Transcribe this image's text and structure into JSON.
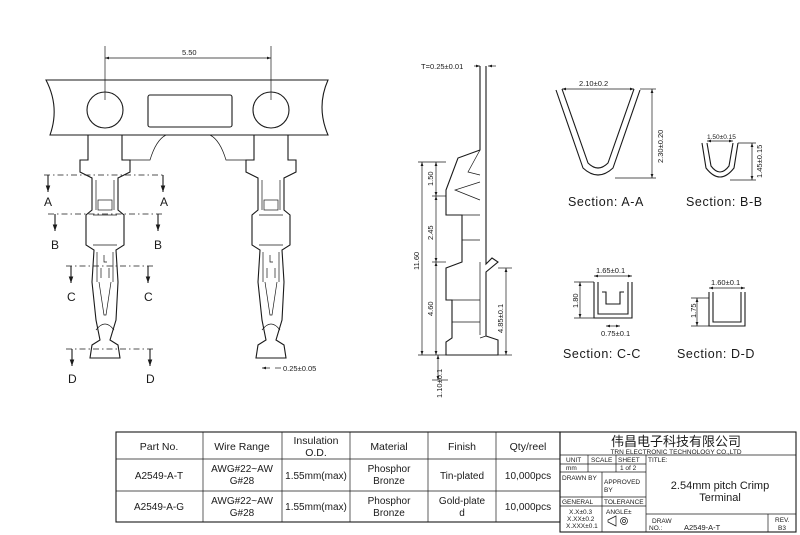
{
  "drawing": {
    "dims": {
      "pitch": "5.50",
      "thickness": "T=0.25±0.01",
      "tip_width": "0.25±0.05",
      "len_150": "1.50",
      "len_245": "2.45",
      "len_1160": "11.60",
      "len_460": "4.60",
      "len_485": "4.85±0.1",
      "len_110": "1.10±0.1",
      "a_width": "2.10±0.2",
      "a_height": "2.30±0.20",
      "b_width": "1.50±0.15",
      "b_height": "1.45±0.15",
      "c_width": "1.65±0.1",
      "c_height": "1.80",
      "c_base": "0.75±0.1",
      "d_width": "1.60±0.1",
      "d_height": "1.75"
    },
    "section_marks": {
      "a": "A",
      "b": "B",
      "c": "C",
      "d": "D"
    },
    "section_labels": {
      "a": "Section: A-A",
      "b": "Section: B-B",
      "c": "Section: C-C",
      "d": "Section: D-D"
    }
  },
  "parts_table": {
    "headers": {
      "part_no": "Part No.",
      "wire_range": "Wire Range",
      "insulation_1": "Insulation",
      "insulation_2": "O.D.",
      "material": "Material",
      "finish": "Finish",
      "qty": "Qty/reel"
    },
    "rows": [
      {
        "part_no": "A2549-A-T",
        "wire_1": "AWG#22~AW",
        "wire_2": "G#28",
        "insulation": "1.55mm(max)",
        "material_1": "Phosphor",
        "material_2": "Bronze",
        "finish_1": "Tin-plated",
        "finish_2": "",
        "qty": "10,000pcs"
      },
      {
        "part_no": "A2549-A-G",
        "wire_1": "AWG#22~AW",
        "wire_2": "G#28",
        "insulation": "1.55mm(max)",
        "material_1": "Phosphor",
        "material_2": "Bronze",
        "finish_1": "Gold-plate",
        "finish_2": "d",
        "qty": "10,000pcs"
      }
    ]
  },
  "title_block": {
    "company_cn": "伟昌电子科技有限公司",
    "company_en": "TRN ELECTRONIC TECHNOLOGY CO.,LTD",
    "unit_label": "UNIT",
    "scale_label": "SCALE",
    "sheet_label": "SHEET",
    "title_label": "TITLE:",
    "unit_value": "mm",
    "sheet_value": "1 of 2",
    "drawn_by": "DRAWN BY",
    "approved_1": "APPROVED",
    "approved_2": "BY",
    "general": "GENERAL",
    "tolerance": "TOLERANCE",
    "tol_1": "X.X±0.3",
    "tol_2": "X.XX±0.2",
    "tol_3": "X.XXX±0.1",
    "angle": "ANGLE±",
    "title_1": "2.54mm  pitch  Crimp",
    "title_2": "Terminal",
    "draw_label": "DRAW",
    "no_label": "NO.:",
    "draw_no": "A2549-A-T",
    "rev_label": "REV.",
    "rev_value": "B3"
  }
}
